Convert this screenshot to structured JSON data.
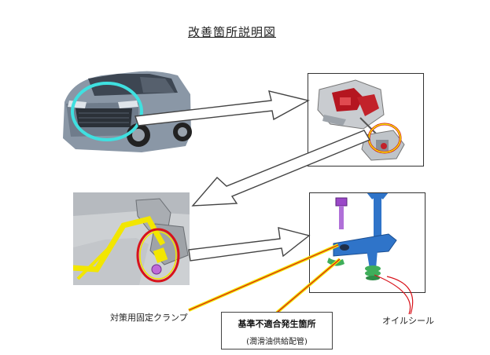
{
  "title": "改善箇所説明図",
  "labels": {
    "clamp": "対策用固定クランプ",
    "defect_main": "基準不適合発生箇所",
    "defect_sub": "(潤滑油供給配管)",
    "oil_seal": "オイルシール"
  },
  "colors": {
    "highlight_cyan": "#3fe0e0",
    "highlight_red": "#d8121a",
    "highlight_yellow": "#f2e600",
    "pipe_blue": "#2f74c9",
    "bolt_purple": "#9a48c8",
    "seal_green": "#3fae5a"
  }
}
